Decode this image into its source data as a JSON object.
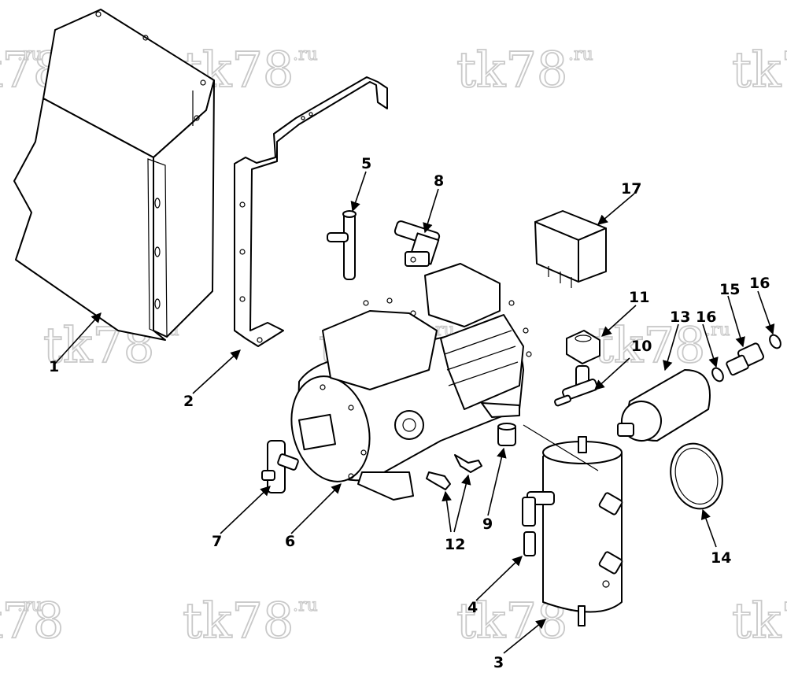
{
  "watermark": {
    "main": "tk78",
    "suffix": ".ru"
  },
  "callouts": {
    "c1": "1",
    "c2": "2",
    "c3": "3",
    "c4": "4",
    "c5": "5",
    "c6": "6",
    "c7": "7",
    "c8": "8",
    "c9": "9",
    "c10": "10",
    "c11": "11",
    "c12": "12",
    "c13": "13",
    "c14": "14",
    "c15": "15",
    "c16a": "16",
    "c16b": "16",
    "c17": "17"
  }
}
